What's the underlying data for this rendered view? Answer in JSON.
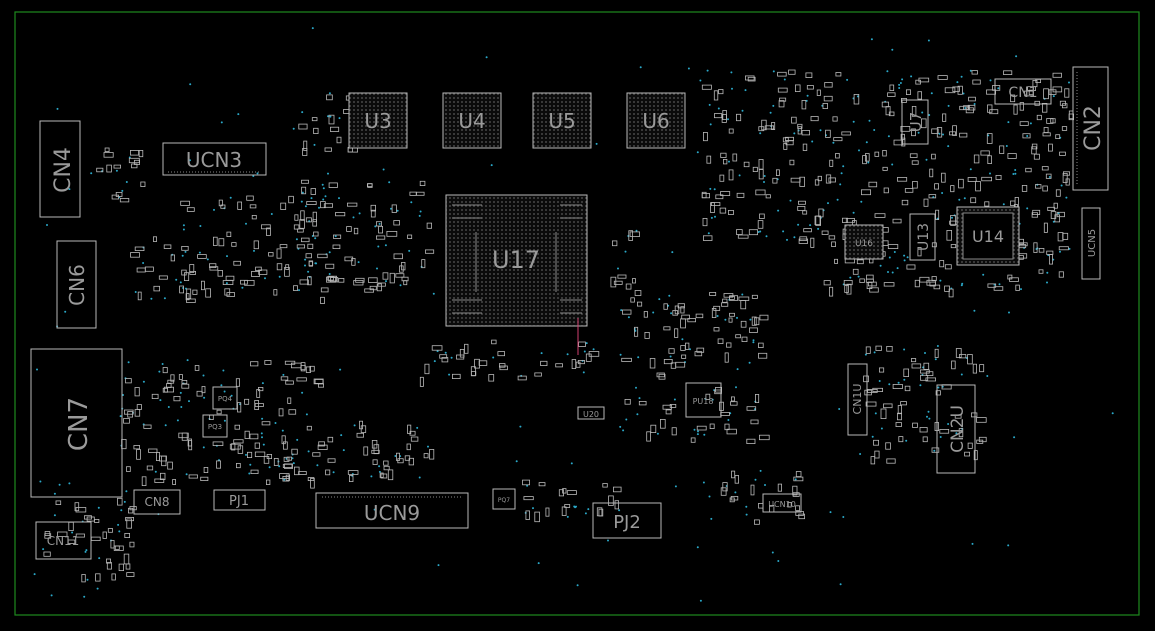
{
  "colors": {
    "background": "#000000",
    "board_outline": "#1e8a1e",
    "silkscreen": "#b9b9b9",
    "label": "#9a9a9a",
    "via": "#2aa8c8",
    "marker": "#d04070"
  },
  "labels": {
    "u3": "U3",
    "u4": "U4",
    "u5": "U5",
    "u6": "U6",
    "u7": "U7",
    "u13": "U13",
    "u14": "U14",
    "u17": "U17",
    "u20": "U20",
    "cn1": "CN1",
    "cn2": "CN2",
    "cn4": "CN4",
    "cn6": "CN6",
    "cn7": "CN7",
    "cn8": "CN8",
    "cn11": "CN11",
    "cn1u": "CN1U",
    "cn2u": "CN2U",
    "ucn3": "UCN3",
    "ucn5": "UCN5",
    "ucn9": "UCN9",
    "ucn10": "UCN10",
    "pj1": "PJ1",
    "pj2": "PJ2",
    "pq3": "PQ3",
    "pq4": "PQ4",
    "pq7": "PQ7",
    "pu18": "PU18",
    "u16": "U16"
  }
}
